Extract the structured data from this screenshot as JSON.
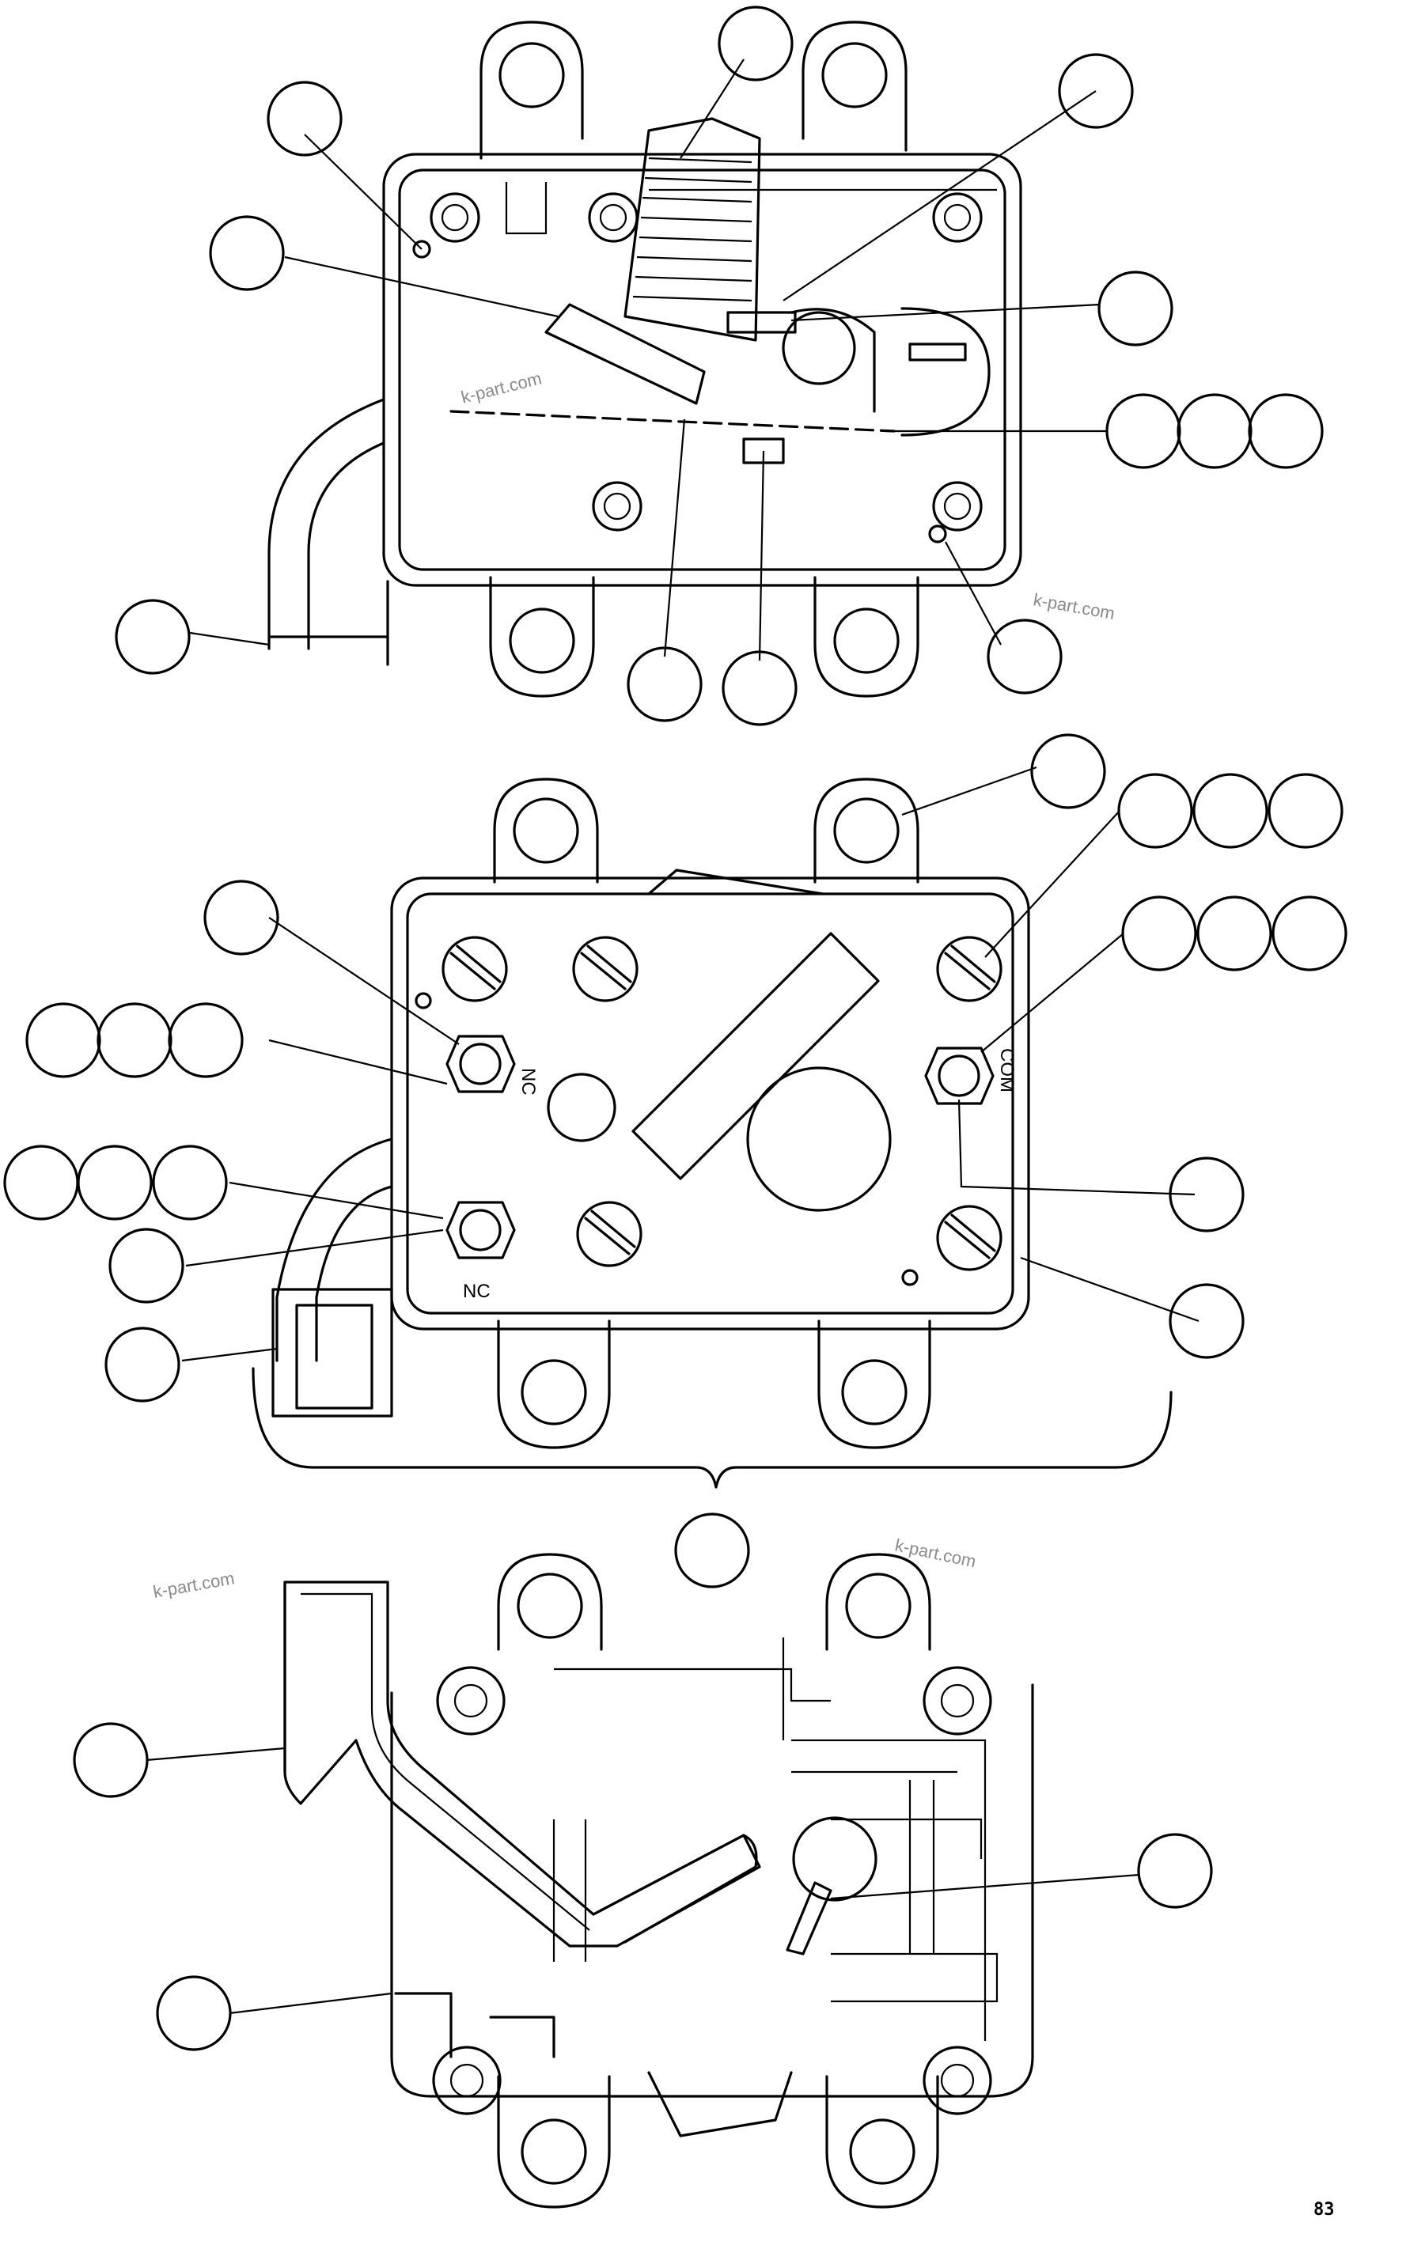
{
  "watermarks": [
    "k-part.com",
    "k-part.com",
    "k-part.com",
    "k-part.com"
  ],
  "terminal_labels": {
    "left_top": "NC",
    "left_bottom": "NC",
    "right": "COM"
  },
  "corner_code": "83"
}
